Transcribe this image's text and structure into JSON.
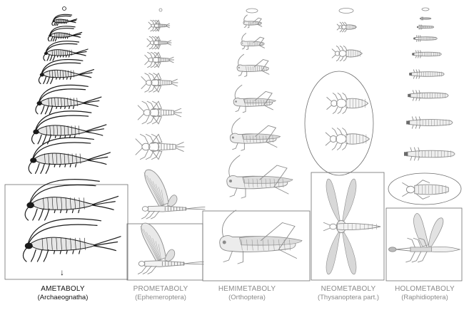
{
  "colors": {
    "ink_dark": "#1a1a1a",
    "ink_light": "#8c8c8c",
    "label_dark": "#111111",
    "label_light": "#8a8a8a",
    "box_stroke": "#6f6f6f"
  },
  "columns": [
    {
      "key": "ametaboly",
      "name": "AMETABOLY",
      "order": "(Archaeognatha)",
      "tone": "dark",
      "arrow": "↓"
    },
    {
      "key": "prometaboly",
      "name": "PROMETABOLY",
      "order": "(Ephemeroptera)",
      "tone": "light"
    },
    {
      "key": "hemimetaboly",
      "name": "HEMIMETABOLY",
      "order": "(Orthoptera)",
      "tone": "light"
    },
    {
      "key": "neometaboly",
      "name": "NEOMETABOLY",
      "order": "(Thysanoptera part.)",
      "tone": "light"
    },
    {
      "key": "holometaboly",
      "name": "HOLOMETABOLY",
      "order": "(Raphidioptera)",
      "tone": "light"
    }
  ]
}
